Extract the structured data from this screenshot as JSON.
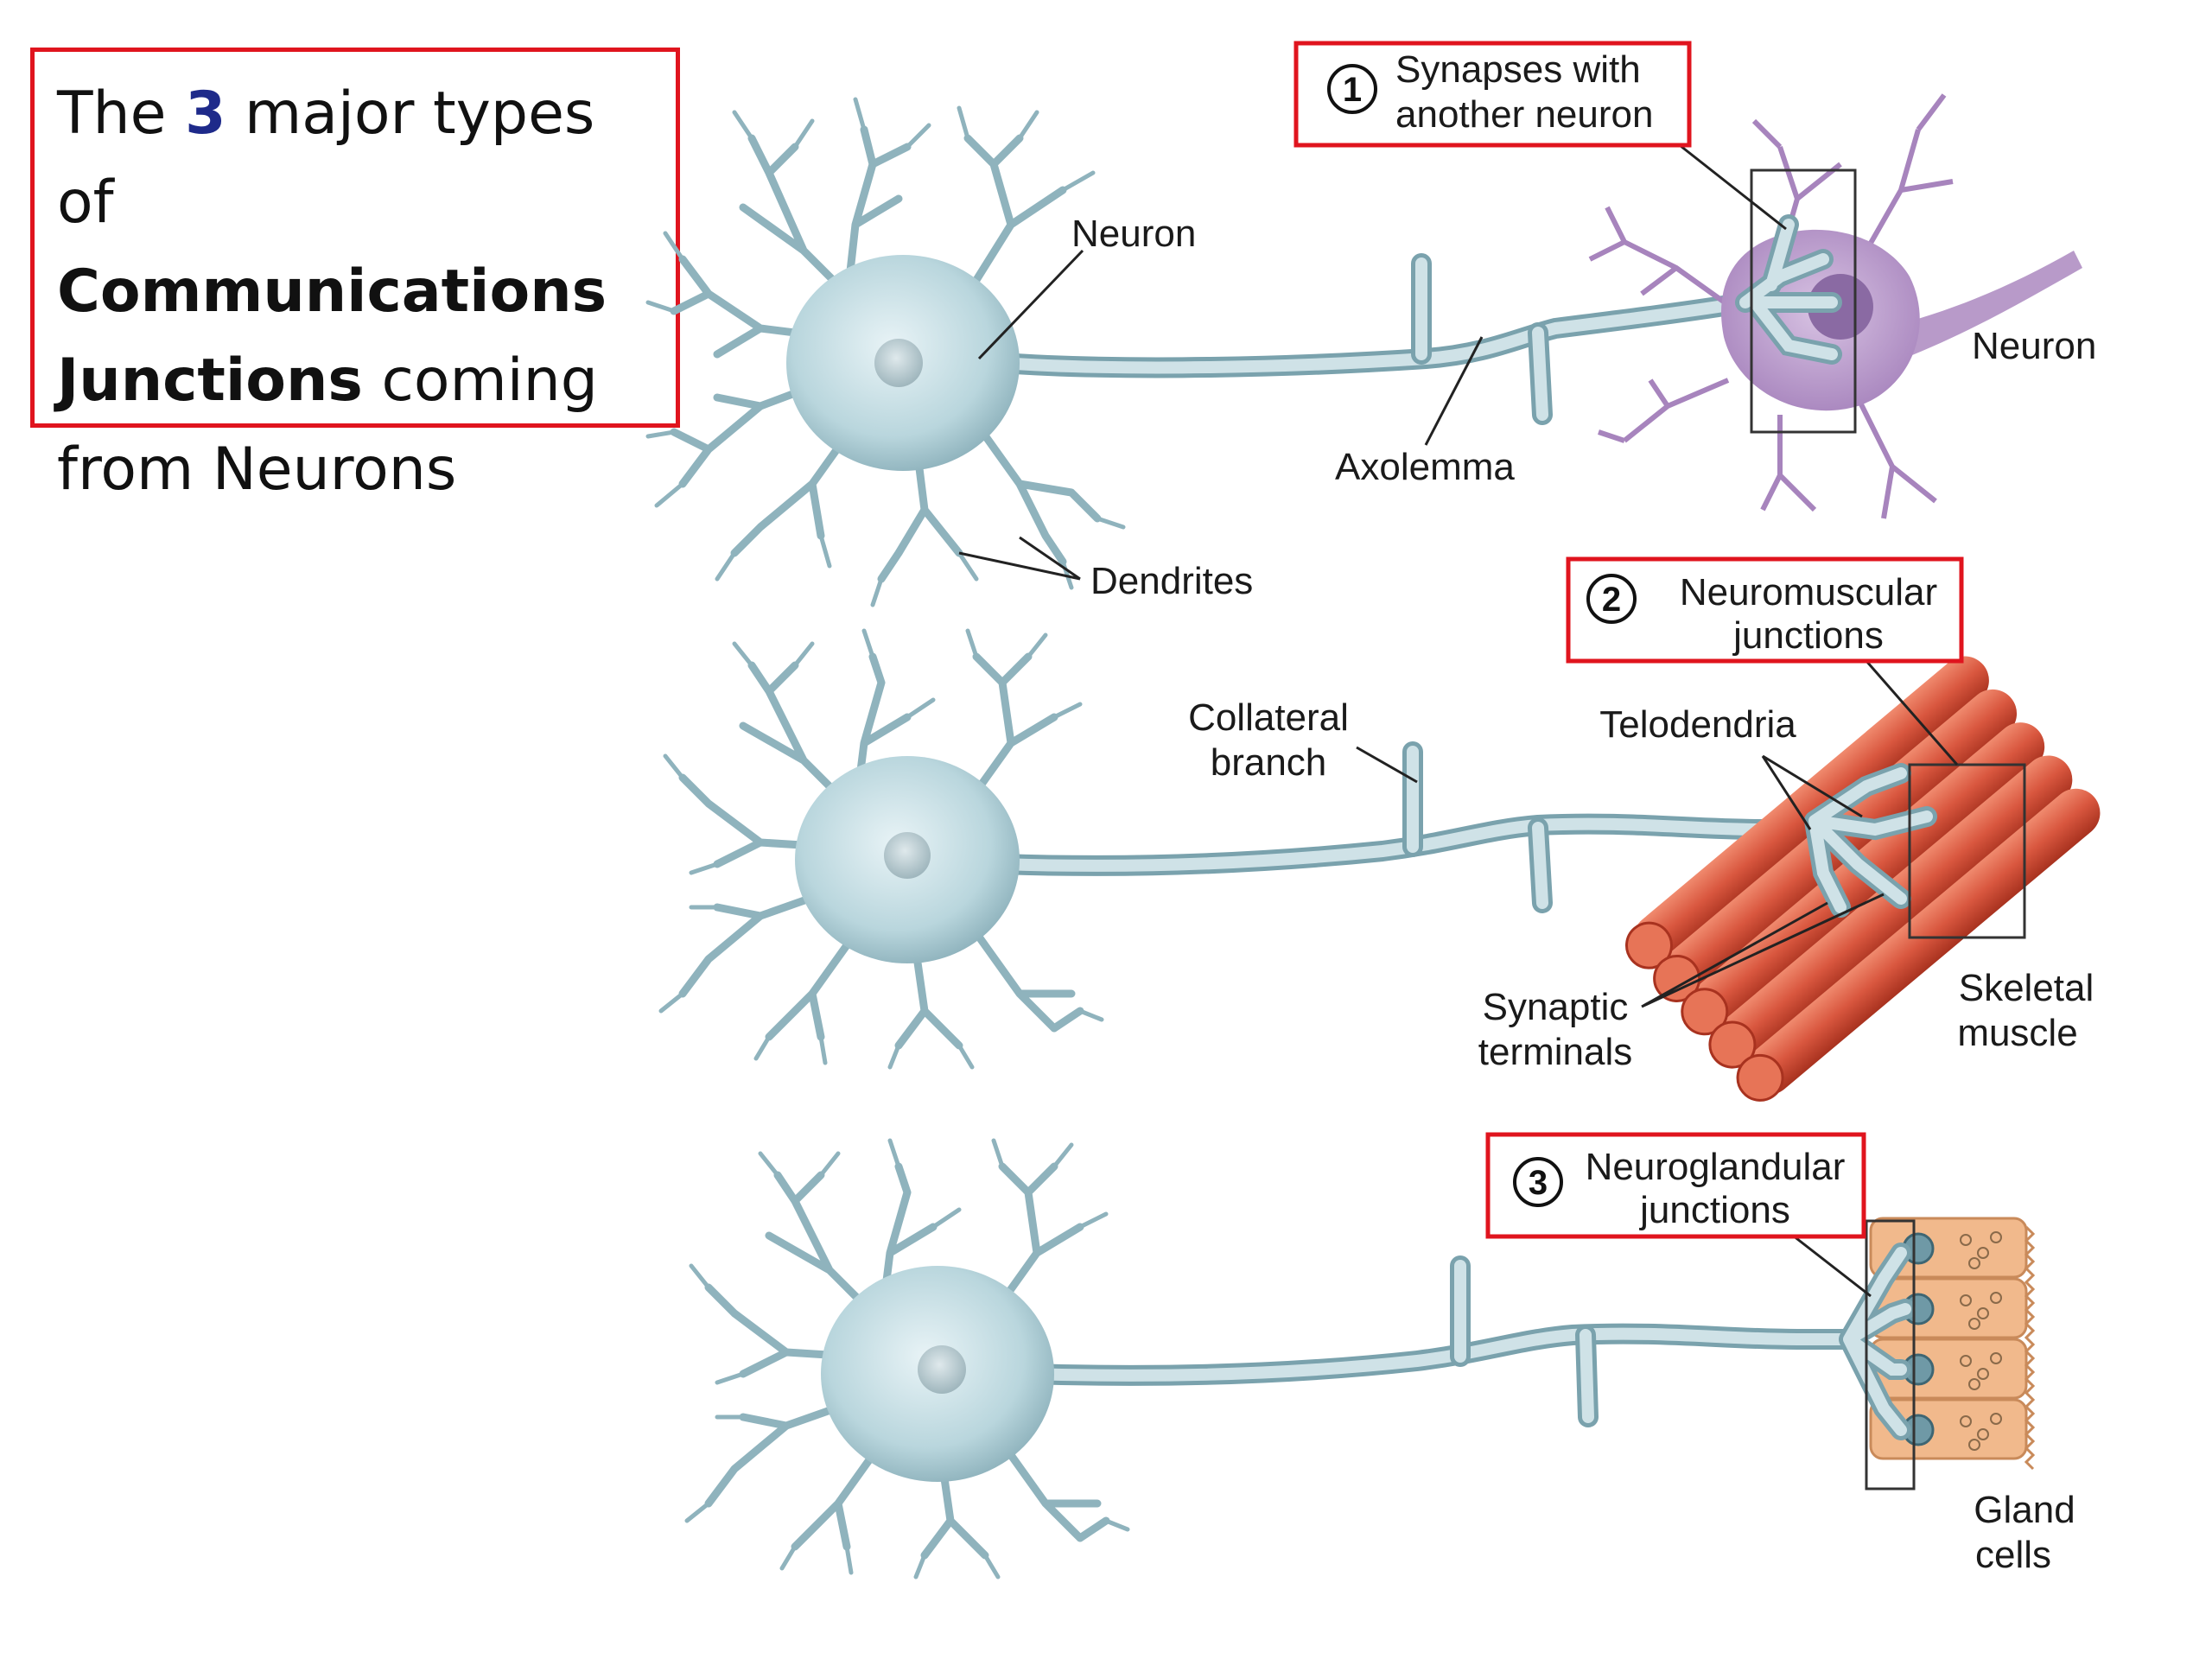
{
  "title": {
    "part1": "The ",
    "number": "3",
    "part2": " major types",
    "part3": "of ",
    "bold1": "Communications",
    "bold2": "Junctions",
    "part4": " coming",
    "part5": "from Neurons"
  },
  "labels": {
    "neuron_top": "Neuron",
    "dendrites": "Dendrites",
    "axolemma": "Axolemma",
    "neuron_right": "Neuron",
    "collateral_1": "Collateral",
    "collateral_2": "branch",
    "telodendria": "Telodendria",
    "synaptic_1": "Synaptic",
    "synaptic_2": "terminals",
    "skeletal_1": "Skeletal",
    "skeletal_2": "muscle",
    "gland_1": "Gland",
    "gland_2": "cells"
  },
  "callouts": [
    {
      "number": "1",
      "line1": "Synapses with",
      "line2": "another neuron"
    },
    {
      "number": "2",
      "line1": "Neuromuscular",
      "line2": "junctions"
    },
    {
      "number": "3",
      "line1": "Neuroglandular",
      "line2": "junctions"
    }
  ],
  "colors": {
    "callout_border": "#e0141e",
    "title_highlight": "#1e2a8a",
    "neuron": "#b9d6dd",
    "target_neuron": "#b89ac9",
    "muscle": "#d9573f",
    "gland": "#f1b98c"
  }
}
